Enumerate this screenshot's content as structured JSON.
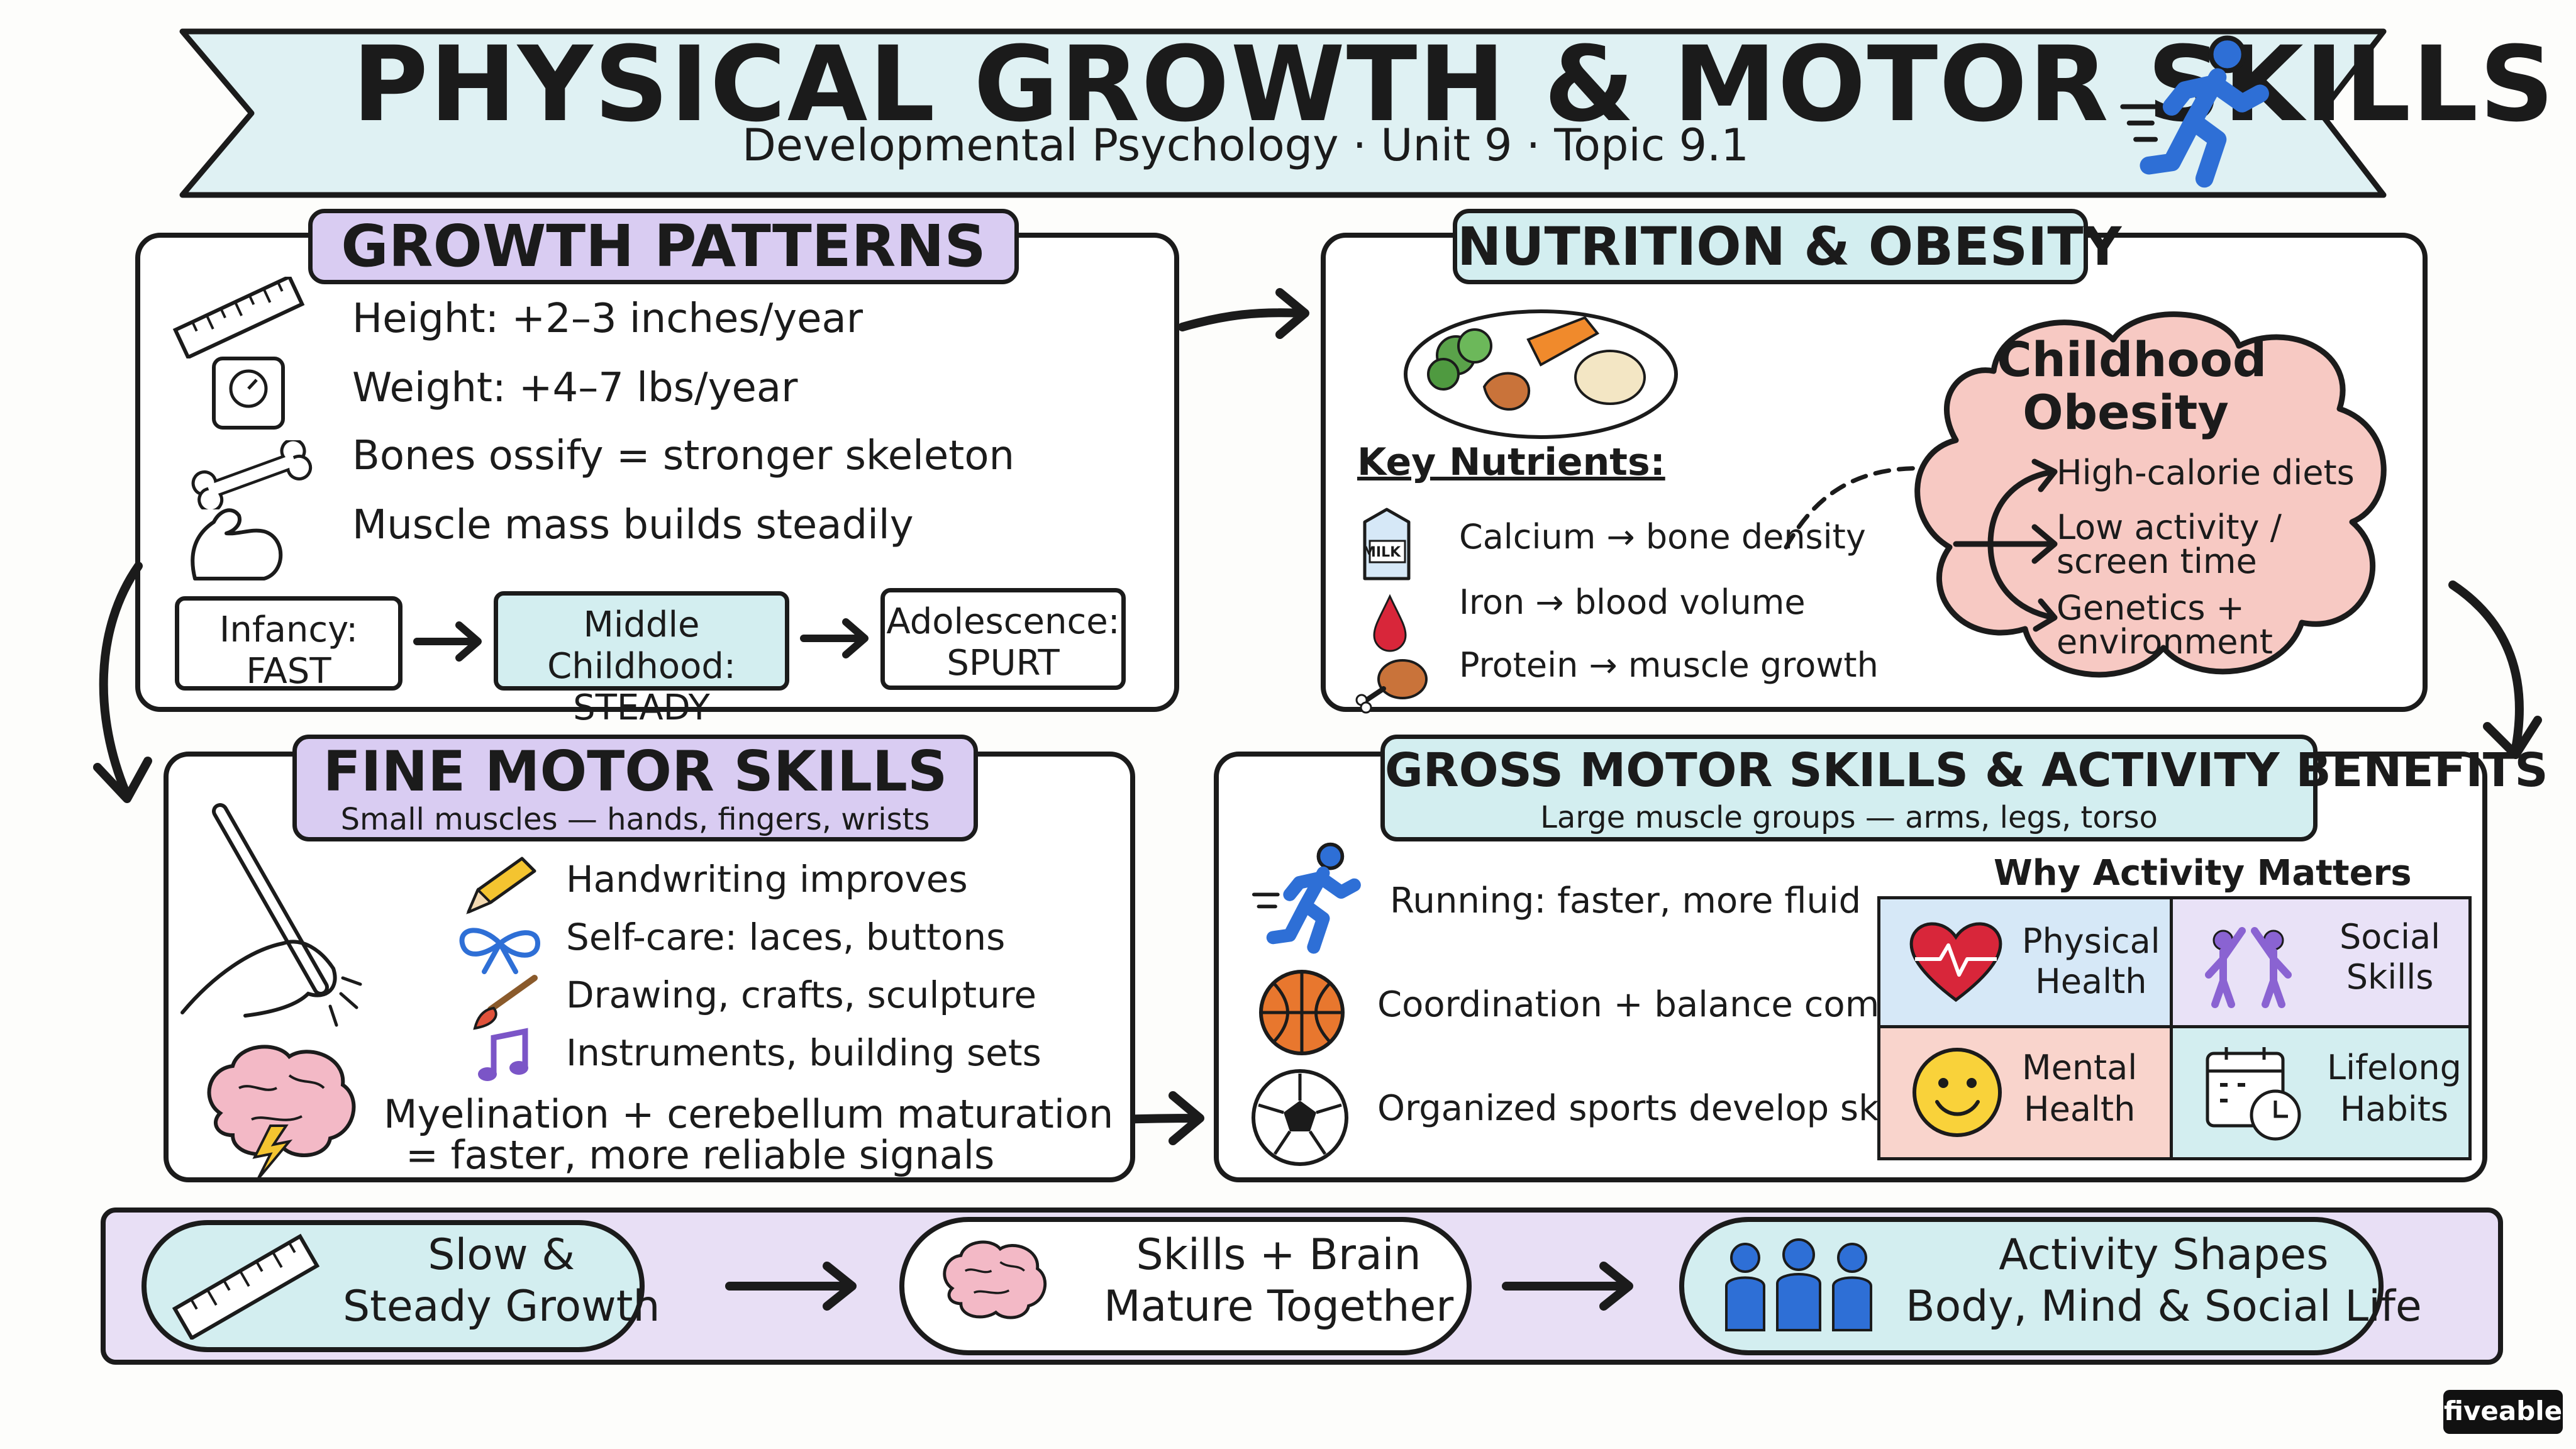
{
  "header": {
    "title": "PHYSICAL GROWTH & MOTOR SKILLS",
    "subtitle": "Developmental Psychology · Unit 9 · Topic 9.1"
  },
  "growth": {
    "title": "GROWTH PATTERNS",
    "items": [
      "Height: +2–3 inches/year",
      "Weight: +4–7 lbs/year",
      "Bones ossify = stronger skeleton",
      "Muscle mass builds steadily"
    ],
    "stages": [
      {
        "line1": "Infancy:",
        "line2": "FAST"
      },
      {
        "line1": "Middle Childhood:",
        "line2": "STEADY"
      },
      {
        "line1": "Adolescence:",
        "line2": "SPURT"
      }
    ]
  },
  "nutrition": {
    "title": "NUTRITION & OBESITY",
    "key_label": "Key Nutrients:",
    "milk_label": "MILK",
    "items": [
      "Calcium → bone density",
      "Iron → blood volume",
      "Protein → muscle growth"
    ],
    "obesity_title": "Childhood Obesity",
    "causes": [
      "High-calorie diets",
      "Low activity / screen time",
      "Genetics + environment"
    ]
  },
  "fine": {
    "title": "FINE MOTOR SKILLS",
    "subtitle": "Small muscles — hands, fingers, wrists",
    "items": [
      "Handwriting improves",
      "Self-care: laces, buttons",
      "Drawing, crafts, sculpture",
      "Instruments, building sets"
    ],
    "brain_line1": "Myelination + cerebellum maturation",
    "brain_line2": "= faster, more reliable signals"
  },
  "gross": {
    "title": "GROSS MOTOR SKILLS & ACTIVITY BENEFITS",
    "subtitle": "Large muscle groups — arms, legs, torso",
    "items": [
      "Running: faster, more fluid",
      "Coordination + balance combine",
      "Organized sports develop skill"
    ],
    "why_title": "Why Activity Matters",
    "benefits": [
      {
        "line1": "Physical",
        "line2": "Health",
        "color": "#d6e8f7"
      },
      {
        "line1": "Social",
        "line2": "Skills",
        "color": "#e9e2f7"
      },
      {
        "line1": "Mental",
        "line2": "Health",
        "color": "#f9d4cc"
      },
      {
        "line1": "Lifelong",
        "line2": "Habits",
        "color": "#d3eef0"
      }
    ]
  },
  "summary": [
    {
      "line1": "Slow &",
      "line2": "Steady Growth"
    },
    {
      "line1": "Skills + Brain",
      "line2": "Mature Together"
    },
    {
      "line1": "Activity Shapes",
      "line2": "Body, Mind & Social Life"
    }
  ],
  "brand": "fiveable",
  "colors": {
    "purple": "#d9ccf2",
    "teal": "#d3eef0",
    "pink": "#f7c9c3",
    "band": "#e8dff5",
    "blue": "#2e6fd6"
  }
}
